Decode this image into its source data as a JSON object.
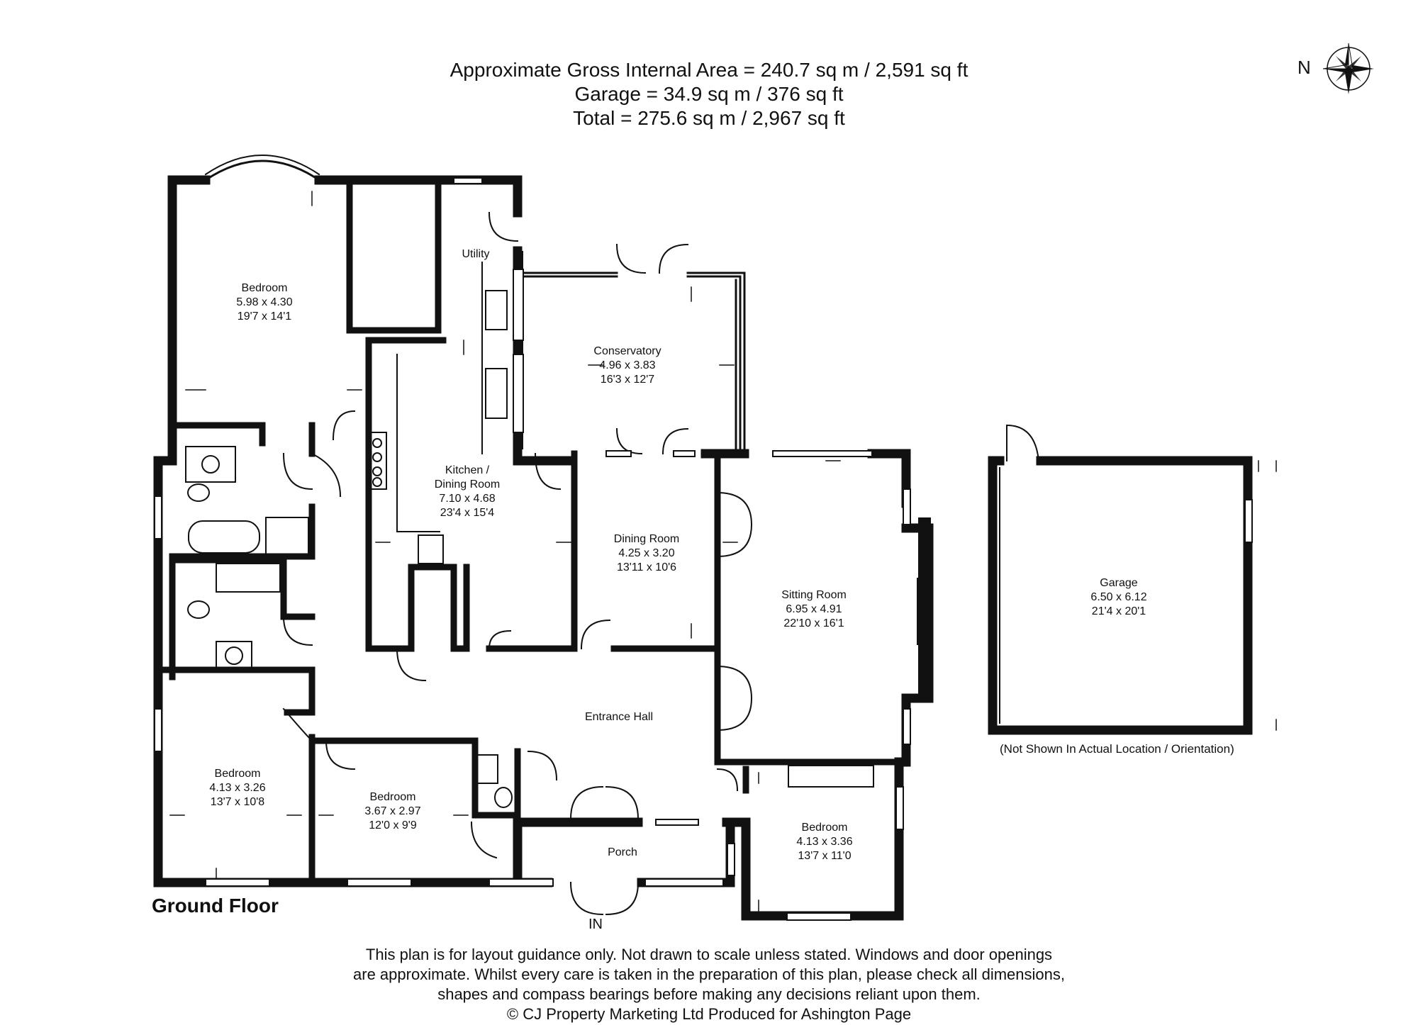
{
  "header": {
    "line1": "Approximate Gross Internal Area = 240.7 sq m / 2,591 sq ft",
    "line2": "Garage = 34.9 sq m / 376 sq ft",
    "line3": "Total = 275.6 sq m / 2,967 sq ft"
  },
  "compass": {
    "north_label": "N"
  },
  "rooms": {
    "bedroom1": {
      "name": "Bedroom",
      "metric": "5.98 x 4.30",
      "imperial": "19'7 x 14'1"
    },
    "utility": {
      "name": "Utility"
    },
    "conservatory": {
      "name": "Conservatory",
      "metric": "4.96 x 3.83",
      "imperial": "16'3 x 12'7"
    },
    "kitchen": {
      "name_line1": "Kitchen /",
      "name_line2": "Dining Room",
      "metric": "7.10 x 4.68",
      "imperial": "23'4 x 15'4"
    },
    "dining": {
      "name": "Dining Room",
      "metric": "4.25 x 3.20",
      "imperial": "13'11 x 10'6"
    },
    "sitting": {
      "name": "Sitting Room",
      "metric": "6.95 x 4.91",
      "imperial": "22'10 x 16'1"
    },
    "garage": {
      "name": "Garage",
      "metric": "6.50 x 6.12",
      "imperial": "21'4 x 20'1"
    },
    "entrance": {
      "name": "Entrance Hall"
    },
    "bedroom2": {
      "name": "Bedroom",
      "metric": "4.13 x 3.26",
      "imperial": "13'7 x 10'8"
    },
    "bedroom3": {
      "name": "Bedroom",
      "metric": "3.67 x 2.97",
      "imperial": "12'0 x 9'9"
    },
    "bedroom4": {
      "name": "Bedroom",
      "metric": "4.13 x 3.36",
      "imperial": "13'7 x 11'0"
    },
    "porch": {
      "name": "Porch"
    }
  },
  "floor_label": "Ground Floor",
  "entry_label": "IN",
  "garage_note": "(Not Shown In Actual Location / Orientation)",
  "disclaimer": {
    "line1": "This plan is for layout guidance only. Not drawn to scale unless stated. Windows and door openings",
    "line2": "are approximate. Whilst every care is taken in the preparation of this plan, please check all dimensions,",
    "line3": "shapes and compass bearings before making any decisions reliant upon them.",
    "line4": "© CJ Property Marketing Ltd Produced for Ashington Page"
  },
  "colors": {
    "wall": "#111111",
    "line": "#333333",
    "background": "#ffffff"
  }
}
